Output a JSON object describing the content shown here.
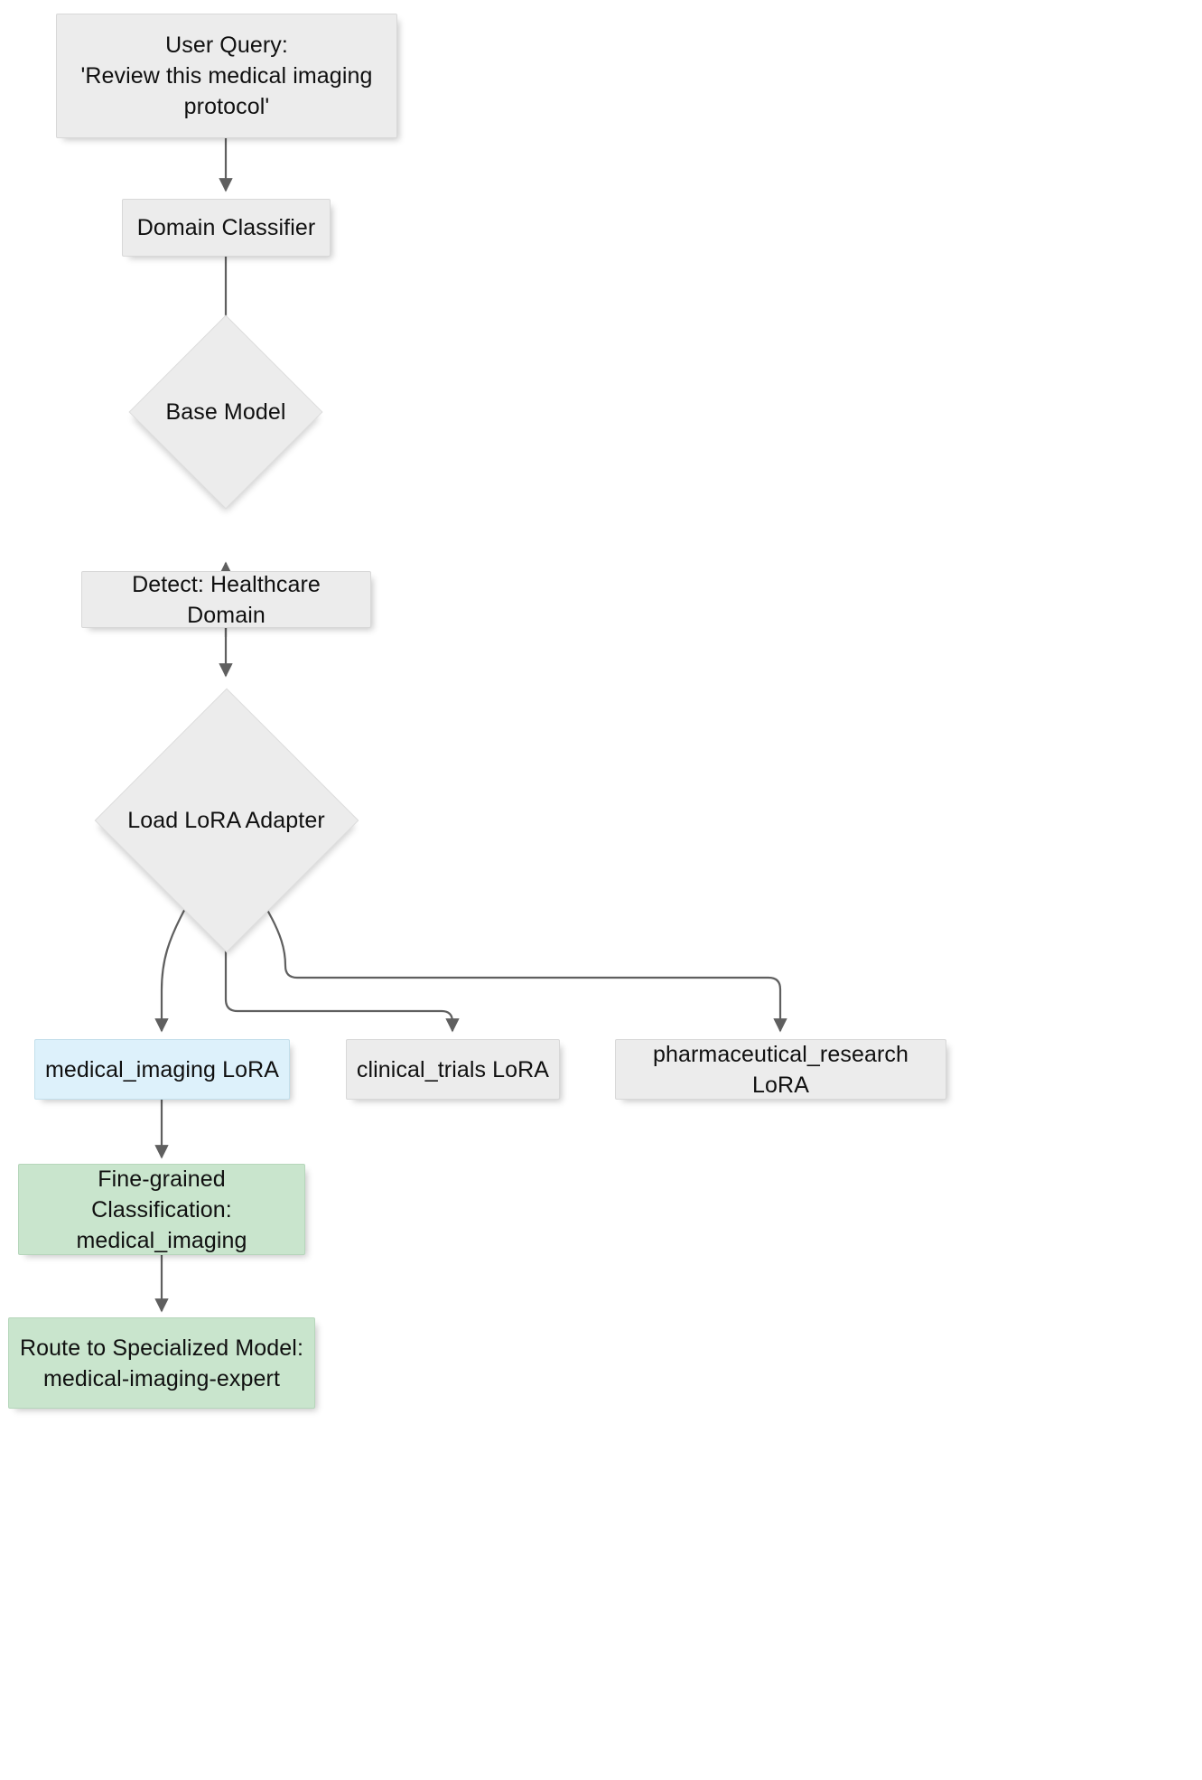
{
  "diagram": {
    "type": "flowchart",
    "direction": "top-to-bottom",
    "title": "Domain-aware LoRA routing flow",
    "colors": {
      "default_fill": "#ececec",
      "default_stroke": "#d8d8d8",
      "highlight_fill": "#ddf1fb",
      "highlight_stroke": "#c3dfeb",
      "result_fill": "#c9e5cd",
      "result_stroke": "#b6d6bb",
      "edge_stroke": "#5a5a5a",
      "text": "#101010",
      "background": "#ffffff"
    },
    "nodes": [
      {
        "id": "user-query",
        "label": "User Query:\n'Review this medical imaging\nprotocol'",
        "shape": "rectangle",
        "style": "default"
      },
      {
        "id": "domain-classifier",
        "label": "Domain Classifier",
        "shape": "rectangle",
        "style": "default"
      },
      {
        "id": "base-model",
        "label": "Base Model",
        "shape": "diamond",
        "style": "default"
      },
      {
        "id": "detect-healthcare-domain",
        "label": "Detect: Healthcare Domain",
        "shape": "rectangle",
        "style": "default"
      },
      {
        "id": "load-lora-adapter",
        "label": "Load LoRA Adapter",
        "shape": "diamond",
        "style": "default"
      },
      {
        "id": "medical-imaging-lora",
        "label": "medical_imaging LoRA",
        "shape": "rectangle",
        "style": "highlight"
      },
      {
        "id": "clinical-trials-lora",
        "label": "clinical_trials LoRA",
        "shape": "rectangle",
        "style": "default"
      },
      {
        "id": "pharmaceutical-research-lora",
        "label": "pharmaceutical_research LoRA",
        "shape": "rectangle",
        "style": "default"
      },
      {
        "id": "fine-grained-classification",
        "label": "Fine-grained Classification:\nmedical_imaging",
        "shape": "rectangle",
        "style": "result"
      },
      {
        "id": "route-to-specialized-model",
        "label": "Route to Specialized Model:\nmedical-imaging-expert",
        "shape": "rectangle",
        "style": "result"
      }
    ],
    "edges": [
      {
        "from": "user-query",
        "to": "domain-classifier",
        "label": ""
      },
      {
        "from": "domain-classifier",
        "to": "base-model",
        "label": ""
      },
      {
        "from": "base-model",
        "to": "detect-healthcare-domain",
        "label": ""
      },
      {
        "from": "detect-healthcare-domain",
        "to": "load-lora-adapter",
        "label": ""
      },
      {
        "from": "load-lora-adapter",
        "to": "medical-imaging-lora",
        "label": ""
      },
      {
        "from": "load-lora-adapter",
        "to": "clinical-trials-lora",
        "label": ""
      },
      {
        "from": "load-lora-adapter",
        "to": "pharmaceutical-research-lora",
        "label": ""
      },
      {
        "from": "medical-imaging-lora",
        "to": "fine-grained-classification",
        "label": ""
      },
      {
        "from": "fine-grained-classification",
        "to": "route-to-specialized-model",
        "label": ""
      }
    ]
  }
}
